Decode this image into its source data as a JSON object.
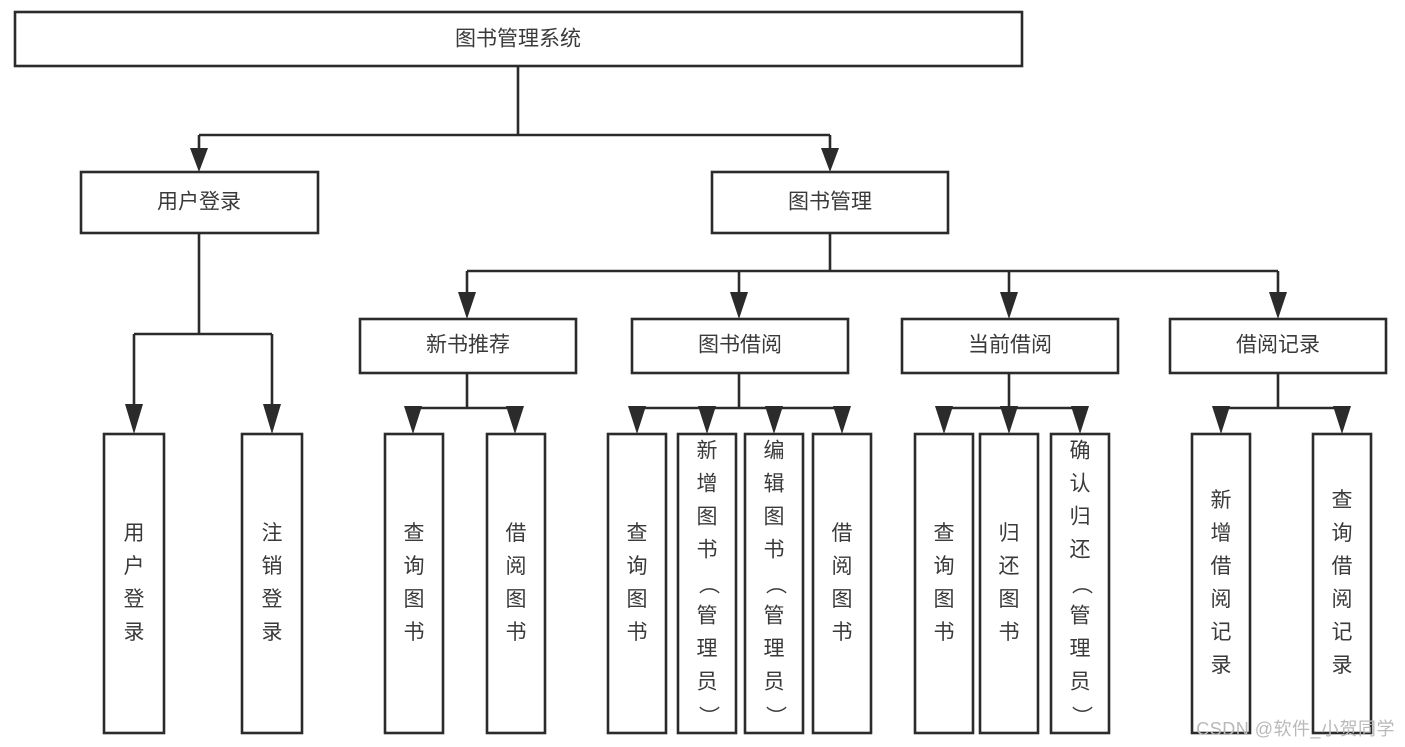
{
  "diagram": {
    "type": "tree-hierarchy-chart",
    "title_node": {
      "id": "root",
      "label": "图书管理系统"
    },
    "level2": [
      {
        "id": "user-login",
        "label": "用户登录"
      },
      {
        "id": "book-management",
        "label": "图书管理"
      }
    ],
    "level3": [
      {
        "id": "new-book-recommend",
        "label": "新书推荐",
        "parent": "book-management"
      },
      {
        "id": "book-borrow",
        "label": "图书借阅",
        "parent": "book-management"
      },
      {
        "id": "current-borrow",
        "label": "当前借阅",
        "parent": "book-management"
      },
      {
        "id": "borrow-record",
        "label": "借阅记录",
        "parent": "book-management"
      }
    ],
    "leaves": [
      {
        "id": "leaf-user-login",
        "label": "用户登录",
        "parent": "user-login"
      },
      {
        "id": "leaf-logout-login",
        "label": "注销登录",
        "parent": "user-login"
      },
      {
        "id": "leaf-query-book-1",
        "label": "查询图书",
        "parent": "new-book-recommend"
      },
      {
        "id": "leaf-borrow-book-1",
        "label": "借阅图书",
        "parent": "new-book-recommend"
      },
      {
        "id": "leaf-query-book-2",
        "label": "查询图书",
        "parent": "book-borrow"
      },
      {
        "id": "leaf-add-book",
        "label": "新增图书（管理员）",
        "parent": "book-borrow"
      },
      {
        "id": "leaf-edit-book",
        "label": "编辑图书（管理员）",
        "parent": "book-borrow"
      },
      {
        "id": "leaf-borrow-book-2",
        "label": "借阅图书",
        "parent": "book-borrow"
      },
      {
        "id": "leaf-query-book-3",
        "label": "查询图书",
        "parent": "current-borrow"
      },
      {
        "id": "leaf-return-book",
        "label": "归还图书",
        "parent": "current-borrow"
      },
      {
        "id": "leaf-confirm-return",
        "label": "确认归还（管理员）",
        "parent": "current-borrow"
      },
      {
        "id": "leaf-add-record",
        "label": "新增借阅记录",
        "parent": "borrow-record"
      },
      {
        "id": "leaf-query-record",
        "label": "查询借阅记录",
        "parent": "borrow-record"
      }
    ]
  },
  "watermark": {
    "text": "CSDN @软件_小贺同学"
  },
  "colors": {
    "stroke": "#2b2b2b",
    "text": "#3a3a3a",
    "background": "#ffffff",
    "watermark": "#b9b9b9"
  }
}
